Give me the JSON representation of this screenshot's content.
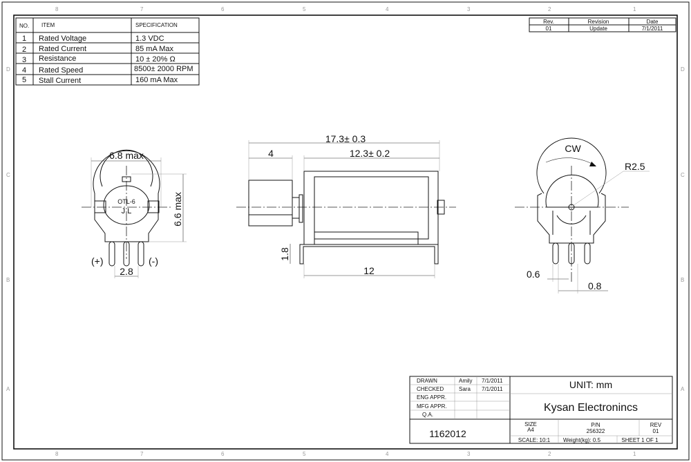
{
  "zones": {
    "columns": [
      "8",
      "7",
      "6",
      "5",
      "4",
      "3",
      "2",
      "1"
    ],
    "rows": [
      "D",
      "C",
      "B",
      "A"
    ]
  },
  "spec_table": {
    "headers": [
      "NO.",
      "ITEM",
      "SPECIFICATION"
    ],
    "rows": [
      {
        "no": "1",
        "item": "Rated Voltage",
        "spec": "1.3 VDC"
      },
      {
        "no": "2",
        "item": "Rated Current",
        "spec": "85 mA Max"
      },
      {
        "no": "3",
        "item": "Resistance",
        "spec": "10 ± 20% Ω"
      },
      {
        "no": "4",
        "item": "Rated Speed",
        "spec": "8500± 2000 RPM"
      },
      {
        "no": "5",
        "item": "Stall Current",
        "spec": "160 mA Max"
      }
    ]
  },
  "revision_table": {
    "headers": [
      "Rev.",
      "Revision",
      "Date"
    ],
    "row": [
      "01",
      "Update",
      "7/1/2011"
    ]
  },
  "front_view": {
    "width_dim": "6.8 max",
    "height_dim": "6.6 max",
    "label_top": "OTL-6",
    "label_bottom": "J L",
    "pin_pitch": "2.8",
    "plus": "(+)",
    "minus": "(-)"
  },
  "side_view": {
    "overall": "17.3± 0.3",
    "weight_len": "4",
    "body_len": "12.3± 0.2",
    "base_len": "12",
    "leg_height": "1.8"
  },
  "rear_view": {
    "rotation": "CW",
    "radius": "R2.5",
    "pin_width": "0.6",
    "pin_offset": "0.8"
  },
  "title_block": {
    "approvals": [
      {
        "role": "DRAWN",
        "name": "Amily",
        "date": "7/1/2011"
      },
      {
        "role": "CHECKED",
        "name": "Sara",
        "date": "7/1/2011"
      },
      {
        "role": "ENG APPR.",
        "name": "",
        "date": ""
      },
      {
        "role": "MFG APPR.",
        "name": "",
        "date": ""
      },
      {
        "role": "Q.A.",
        "name": "",
        "date": ""
      }
    ],
    "unit": "UNIT: mm",
    "company": "Kysan Electronincs",
    "drawing_number": "1162012",
    "size_label": "SIZE",
    "size": "A4",
    "pn_label": "P/N",
    "pn": "256322",
    "rev_label": "REV",
    "rev": "01",
    "scale": "SCALE: 10:1",
    "weight": "Weight(kg): 0.5",
    "sheet": "SHEET 1 OF 1"
  }
}
